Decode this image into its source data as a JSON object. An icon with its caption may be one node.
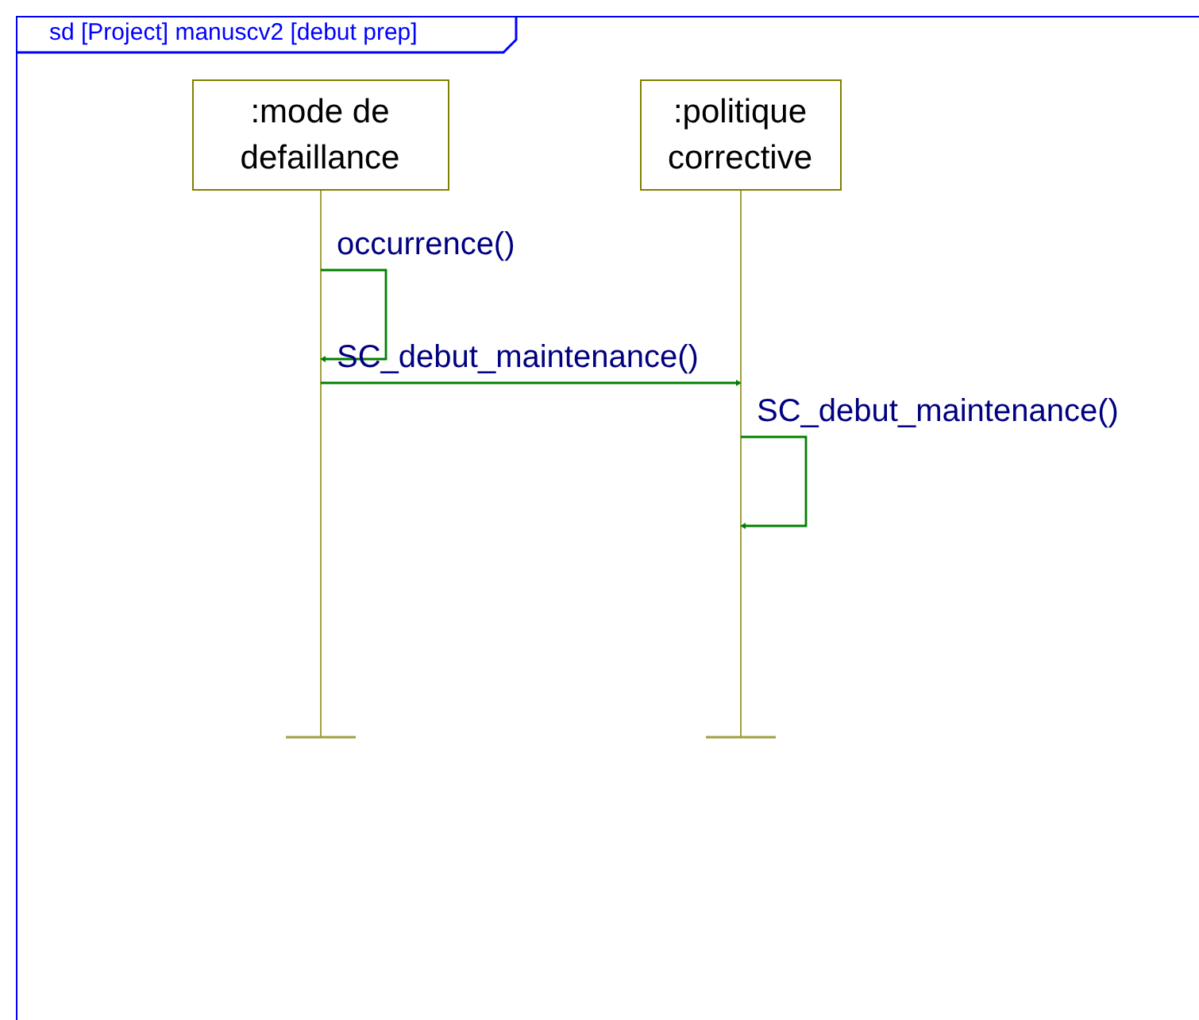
{
  "diagram": {
    "nodes": [
      {
        "text": [
          "sd [Project] manuscv2 [debut prep]"
        ]
      },
      {
        "text": [
          ":mode de defaillance"
        ],
        "in": 0
      },
      {
        "text": [
          ":politique corrective"
        ],
        "in": 0
      }
    ],
    "edges": [
      {
        "from": 1,
        "to": 1,
        "arrow": "to",
        "label": "occurrence()"
      },
      {
        "from": 1,
        "to": 2,
        "arrow": "to",
        "label": "SC_debut_maintenance()"
      },
      {
        "from": 2,
        "to": 2,
        "arrow": "to",
        "label": "SC_debut_maintenance()"
      }
    ]
  }
}
